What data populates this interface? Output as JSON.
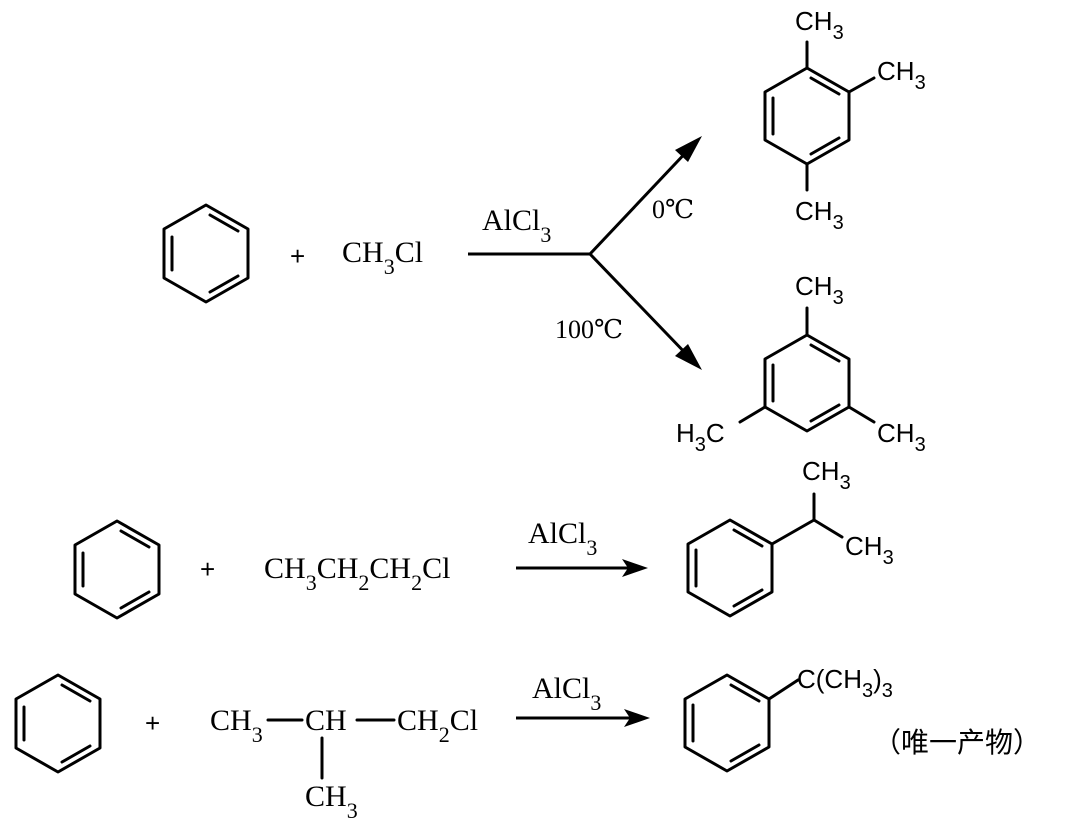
{
  "reaction1": {
    "plus": "+",
    "reagent_main": "CH",
    "reagent_sub": "3",
    "reagent_tail": "Cl",
    "catalyst_main": "AlCl",
    "catalyst_sub": "3",
    "cond_low": "0℃",
    "cond_high": "100℃",
    "product_low": {
      "top_main": "CH",
      "top_sub": "3",
      "right_main": "CH",
      "right_sub": "3",
      "bottom_main": "CH",
      "bottom_sub": "3"
    },
    "product_high": {
      "top_main": "CH",
      "top_sub": "3",
      "left_main": "H",
      "left_sub": "3",
      "left_tail": "C",
      "right_main": "CH",
      "right_sub": "3"
    }
  },
  "reaction2": {
    "plus": "+",
    "reagent": [
      "CH",
      "3",
      "CH",
      "2",
      "CH",
      "2",
      "Cl"
    ],
    "catalyst_main": "AlCl",
    "catalyst_sub": "3",
    "product": {
      "top_main": "CH",
      "top_sub": "3",
      "right_main": "CH",
      "right_sub": "3"
    }
  },
  "reaction3": {
    "plus": "+",
    "reagent": {
      "ch3_main": "CH",
      "ch3_sub": "3",
      "ch": "CH",
      "ch2_main": "CH",
      "ch2_sub": "2",
      "ch2_tail": "Cl",
      "branch_main": "CH",
      "branch_sub": "3"
    },
    "catalyst_main": "AlCl",
    "catalyst_sub": "3",
    "product": {
      "sub_a": "C(CH",
      "sub_b": "3",
      "sub_c": ")",
      "sub_d": "3"
    },
    "note": "（唯一产物）"
  }
}
